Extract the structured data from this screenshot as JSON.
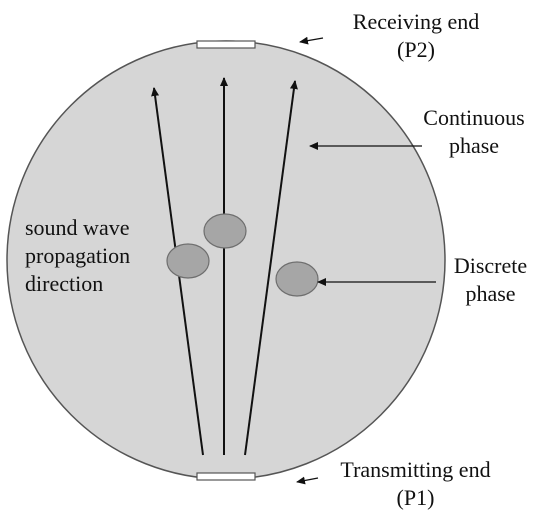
{
  "labels": {
    "receiving_end": {
      "line1": "Receiving end",
      "line2": "(P2)"
    },
    "continuous_phase": {
      "line1": "Continuous",
      "line2": "phase"
    },
    "sound_wave": {
      "line1": "sound wave",
      "line2": "propagation",
      "line3": "direction"
    },
    "discrete_phase": {
      "line1": "Discrete",
      "line2": "phase"
    },
    "transmitting_end": {
      "line1": "Transmitting end",
      "line2": "(P1)"
    }
  },
  "colors": {
    "vessel_fill": "#d6d6d6",
    "vessel_stroke": "#555555",
    "bubble_fill": "#a6a6a6",
    "bubble_stroke": "#6e6e6e",
    "transducer_fill": "#ffffff",
    "line": "#111111"
  }
}
